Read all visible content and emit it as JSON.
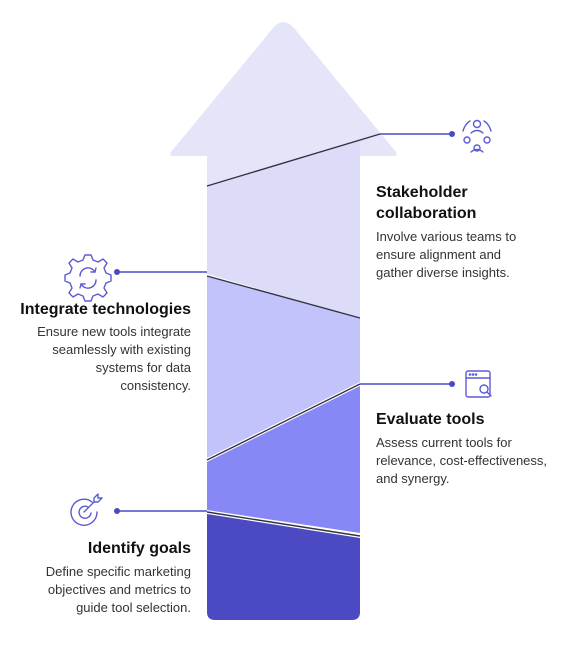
{
  "colors": {
    "arrow_tip": "#e5e5fa",
    "band_top": "#dcdcf9",
    "band_mid": "#c3c3fb",
    "band_lower": "#8787f5",
    "band_bottom": "#4b4ac2",
    "connector": "#4b4ac2",
    "icon": "#5b5bd6"
  },
  "steps": [
    {
      "title": "Stakeholder collaboration",
      "title_line1": "Stakeholder",
      "title_line2": "collaboration",
      "description": "Involve various teams to ensure alignment and gather diverse insights.",
      "desc_line1": "Involve various teams to",
      "desc_line2": "ensure alignment and",
      "desc_line3": "gather diverse insights.",
      "icon": "people-network-icon"
    },
    {
      "title": "Integrate technologies",
      "description": "Ensure new tools integrate seamlessly with existing systems for data consistency.",
      "desc_line1": "Ensure new tools integrate",
      "desc_line2": "seamlessly with existing",
      "desc_line3": "systems for data",
      "desc_line4": "consistency.",
      "icon": "gear-sync-icon"
    },
    {
      "title": "Evaluate tools",
      "description": "Assess current tools for relevance, cost-effectiveness, and synergy.",
      "desc_line1": "Assess current tools for",
      "desc_line2": "relevance, cost-effectiveness,",
      "desc_line3": "and synergy.",
      "icon": "browser-search-icon"
    },
    {
      "title": "Identify goals",
      "description": "Define specific marketing objectives and metrics to guide tool selection.",
      "desc_line1": "Define specific marketing",
      "desc_line2": "objectives and metrics to",
      "desc_line3": "guide tool selection.",
      "icon": "target-arrow-icon"
    }
  ]
}
